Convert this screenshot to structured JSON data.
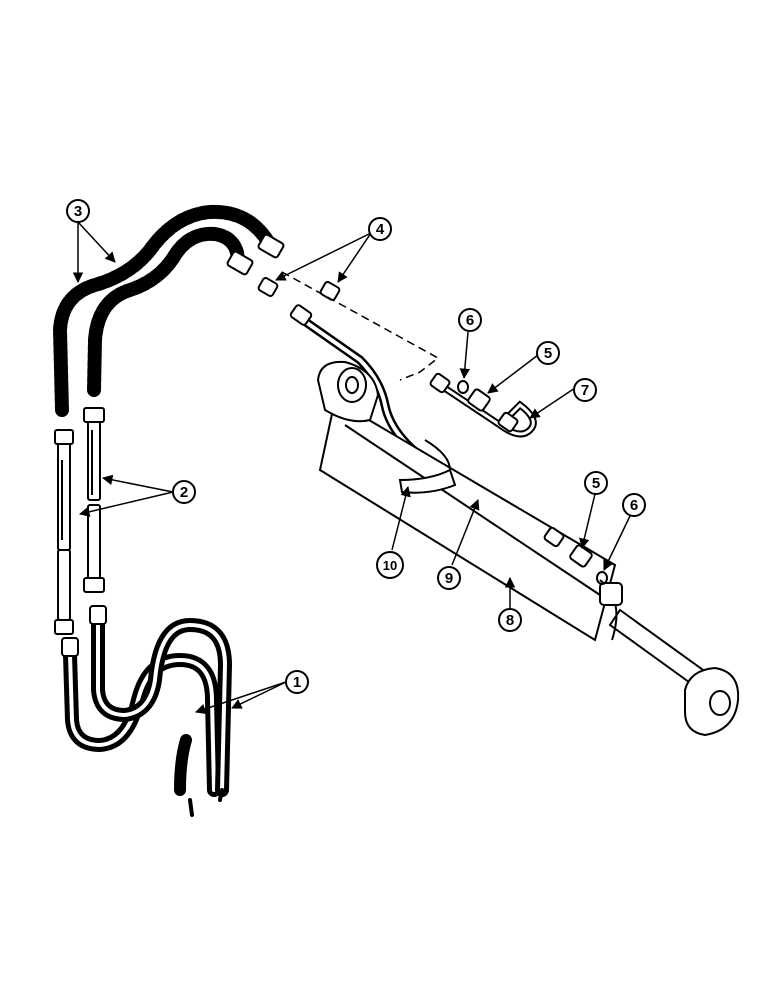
{
  "callouts": [
    {
      "id": "c1",
      "label": "1"
    },
    {
      "id": "c2",
      "label": "2"
    },
    {
      "id": "c3",
      "label": "3"
    },
    {
      "id": "c4",
      "label": "4"
    },
    {
      "id": "c5a",
      "label": "5"
    },
    {
      "id": "c5b",
      "label": "5"
    },
    {
      "id": "c6a",
      "label": "6"
    },
    {
      "id": "c6b",
      "label": "6"
    },
    {
      "id": "c7",
      "label": "7"
    },
    {
      "id": "c8",
      "label": "8"
    },
    {
      "id": "c9",
      "label": "9"
    },
    {
      "id": "c10",
      "label": "10"
    }
  ],
  "parts": {
    "1": "hydraulic-hose-pair-lower",
    "2": "steel-tube-pair",
    "3": "hydraulic-hose-pair-upper",
    "4": "adapter-fitting-pair",
    "5": "elbow-adapter-fitting",
    "6": "o-ring-seal",
    "7": "u-shaped-tube",
    "8": "hydraulic-cylinder",
    "9": "cylinder-tube",
    "10": "tube-clamp"
  },
  "colors": {
    "ink": "#000000",
    "paper": "#ffffff"
  }
}
